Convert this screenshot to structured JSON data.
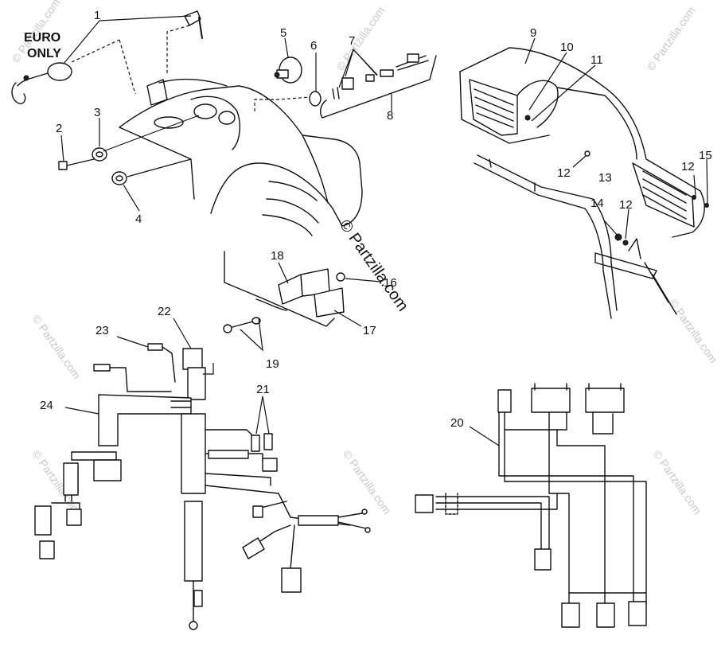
{
  "watermark": {
    "tiled_text": "© Partzilla.com",
    "center_text": "© Partzilla.com"
  },
  "annotations": {
    "euro_line1": "EURO",
    "euro_line2": "ONLY"
  },
  "callouts": [
    "1",
    "2",
    "3",
    "4",
    "5",
    "6",
    "7",
    "8",
    "9",
    "10",
    "11",
    "12",
    "13",
    "14",
    "12",
    "15",
    "12",
    "16",
    "17",
    "18",
    "19",
    "20",
    "21",
    "22",
    "23",
    "24"
  ],
  "colors": {
    "ink": "#111111",
    "background": "#ffffff",
    "watermark": "#c9c9c9"
  }
}
